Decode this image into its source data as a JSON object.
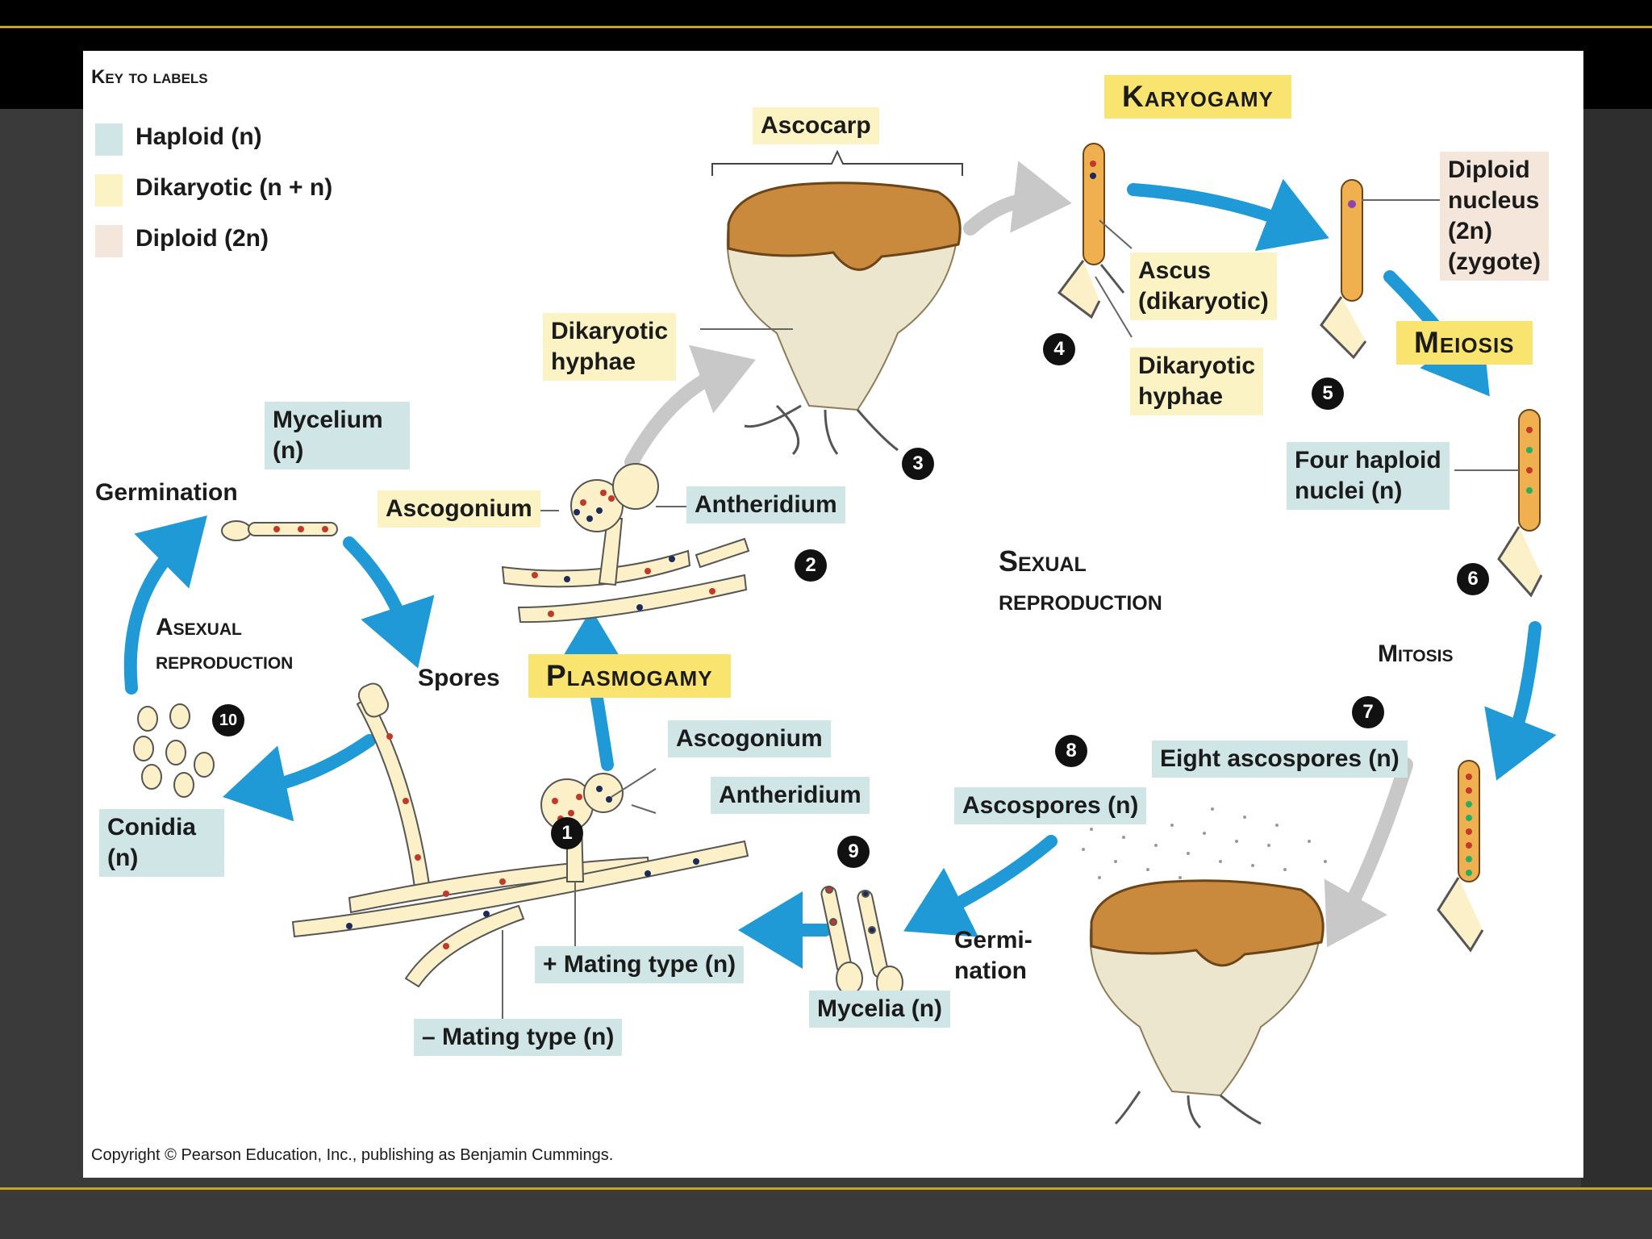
{
  "key": {
    "title": "Key to labels",
    "items": [
      {
        "label": "Haploid (n)",
        "color": "#cfe5e6"
      },
      {
        "label": "Dikaryotic (n + n)",
        "color": "#fbf3c4"
      },
      {
        "label": "Diploid (2n)",
        "color": "#f4e6da"
      }
    ]
  },
  "stages": {
    "plasmogamy": "Plasmogamy",
    "karyogamy": "Karyogamy",
    "meiosis": "Meiosis",
    "mitosis": "Mitosis",
    "sexual": "Sexual\nreproduction",
    "asexual": "Asexual\nreproduction"
  },
  "labels": {
    "ascocarp": "Ascocarp",
    "dikaryotic_hyphae_1": "Dikaryotic\nhyphae",
    "mycelium": "Mycelium\n(n)",
    "germination": "Germination",
    "ascogonium_1": "Ascogonium",
    "antheridium_1": "Antheridium",
    "spores": "Spores",
    "conidia": "Conidia\n(n)",
    "ascogonium_2": "Ascogonium",
    "antheridium_2": "Antheridium",
    "plus_mating": "+ Mating type (n)",
    "minus_mating": "– Mating type (n)",
    "mycelia": "Mycelia (n)",
    "germi_nation": "Germi-\nnation",
    "ascospores": "Ascospores (n)",
    "eight_ascospores": "Eight ascospores (n)",
    "four_haploid": "Four haploid\nnuclei (n)",
    "diploid_nucleus": "Diploid\nnucleus\n(2n)\n(zygote)",
    "ascus": "Ascus\n(dikaryotic)",
    "dikaryotic_hyphae_2": "Dikaryotic\nhyphae"
  },
  "steps": [
    "1",
    "2",
    "3",
    "4",
    "5",
    "6",
    "7",
    "8",
    "9",
    "10"
  ],
  "copyright": "Copyright © Pearson Education, Inc., publishing as Benjamin Cummings.",
  "colors": {
    "arrow_blue": "#1f9ad6",
    "arrow_gray": "#c8c8c8",
    "hypha_fill": "#fbf0c8",
    "ascus_fill": "#f0b04f",
    "cap_fill": "#c98a3e",
    "stalk_fill": "#ece6cf",
    "nucleus_red": "#c0392b",
    "nucleus_dark": "#1c2b5a"
  }
}
